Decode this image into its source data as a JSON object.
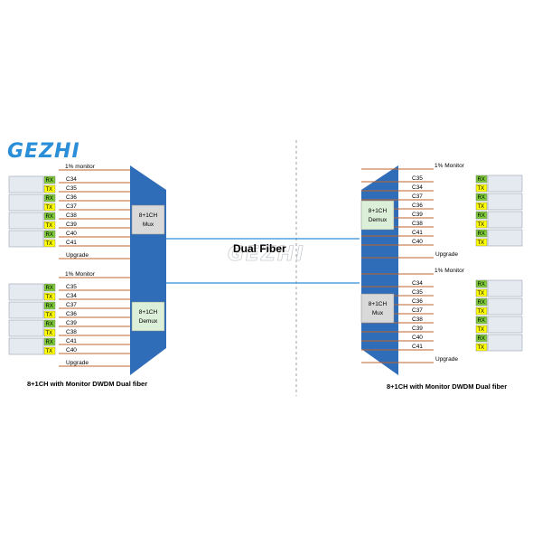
{
  "brand": {
    "logo_text": "GEZHI",
    "watermark_text": "GEZHI"
  },
  "colors": {
    "trapezoid": "#2f6db8",
    "box_fill": "#d9d9d9",
    "box_green": "#dcefd8",
    "fiber_line": "#2f8fd6",
    "channel_line": "#c0632a",
    "rx_fill": "#7fcc3a",
    "tx_fill": "#ffff00",
    "client_box": "#e5e9f0",
    "divider": "#9aa0a6",
    "logo": "#2a8fd8"
  },
  "center_label": "Dual Fiber",
  "left": {
    "top_block": {
      "device_line1": "8+1CH",
      "device_line2": "Mux",
      "monitor": "1% monitor",
      "channels": [
        "C34",
        "C35",
        "C36",
        "C37",
        "C38",
        "C39",
        "C40",
        "C41"
      ],
      "upgrade": "Upgrade",
      "ports": [
        "RX",
        "TX",
        "RX",
        "TX",
        "RX",
        "TX",
        "RX",
        "TX"
      ]
    },
    "bottom_block": {
      "device_line1": "8+1CH",
      "device_line2": "Demux",
      "monitor": "1% Monitor",
      "channels": [
        "C35",
        "C34",
        "C37",
        "C36",
        "C39",
        "C38",
        "C41",
        "C40"
      ],
      "upgrade": "Upgrade",
      "ports": [
        "RX",
        "TX",
        "RX",
        "TX",
        "RX",
        "TX",
        "RX",
        "TX"
      ]
    },
    "caption": "8+1CH with Monitor DWDM Dual fiber"
  },
  "right": {
    "top_block": {
      "device_line1": "8+1CH",
      "device_line2": "Demux",
      "monitor": "1% Monitor",
      "channels": [
        "C35",
        "C34",
        "C37",
        "C36",
        "C39",
        "C38",
        "C41",
        "C40"
      ],
      "upgrade": "Upgrade",
      "ports": [
        "RX",
        "TX",
        "RX",
        "TX",
        "RX",
        "TX",
        "RX",
        "TX"
      ]
    },
    "bottom_block": {
      "device_line1": "8+1CH",
      "device_line2": "Mux",
      "monitor": "1% Monitor",
      "channels": [
        "C34",
        "C35",
        "C36",
        "C37",
        "C38",
        "C39",
        "C40",
        "C41"
      ],
      "upgrade": "Upgrade",
      "ports": [
        "RX",
        "TX",
        "RX",
        "TX",
        "RX",
        "TX",
        "RX",
        "TX"
      ]
    },
    "caption": "8+1CH with Monitor DWDM Dual fiber"
  }
}
